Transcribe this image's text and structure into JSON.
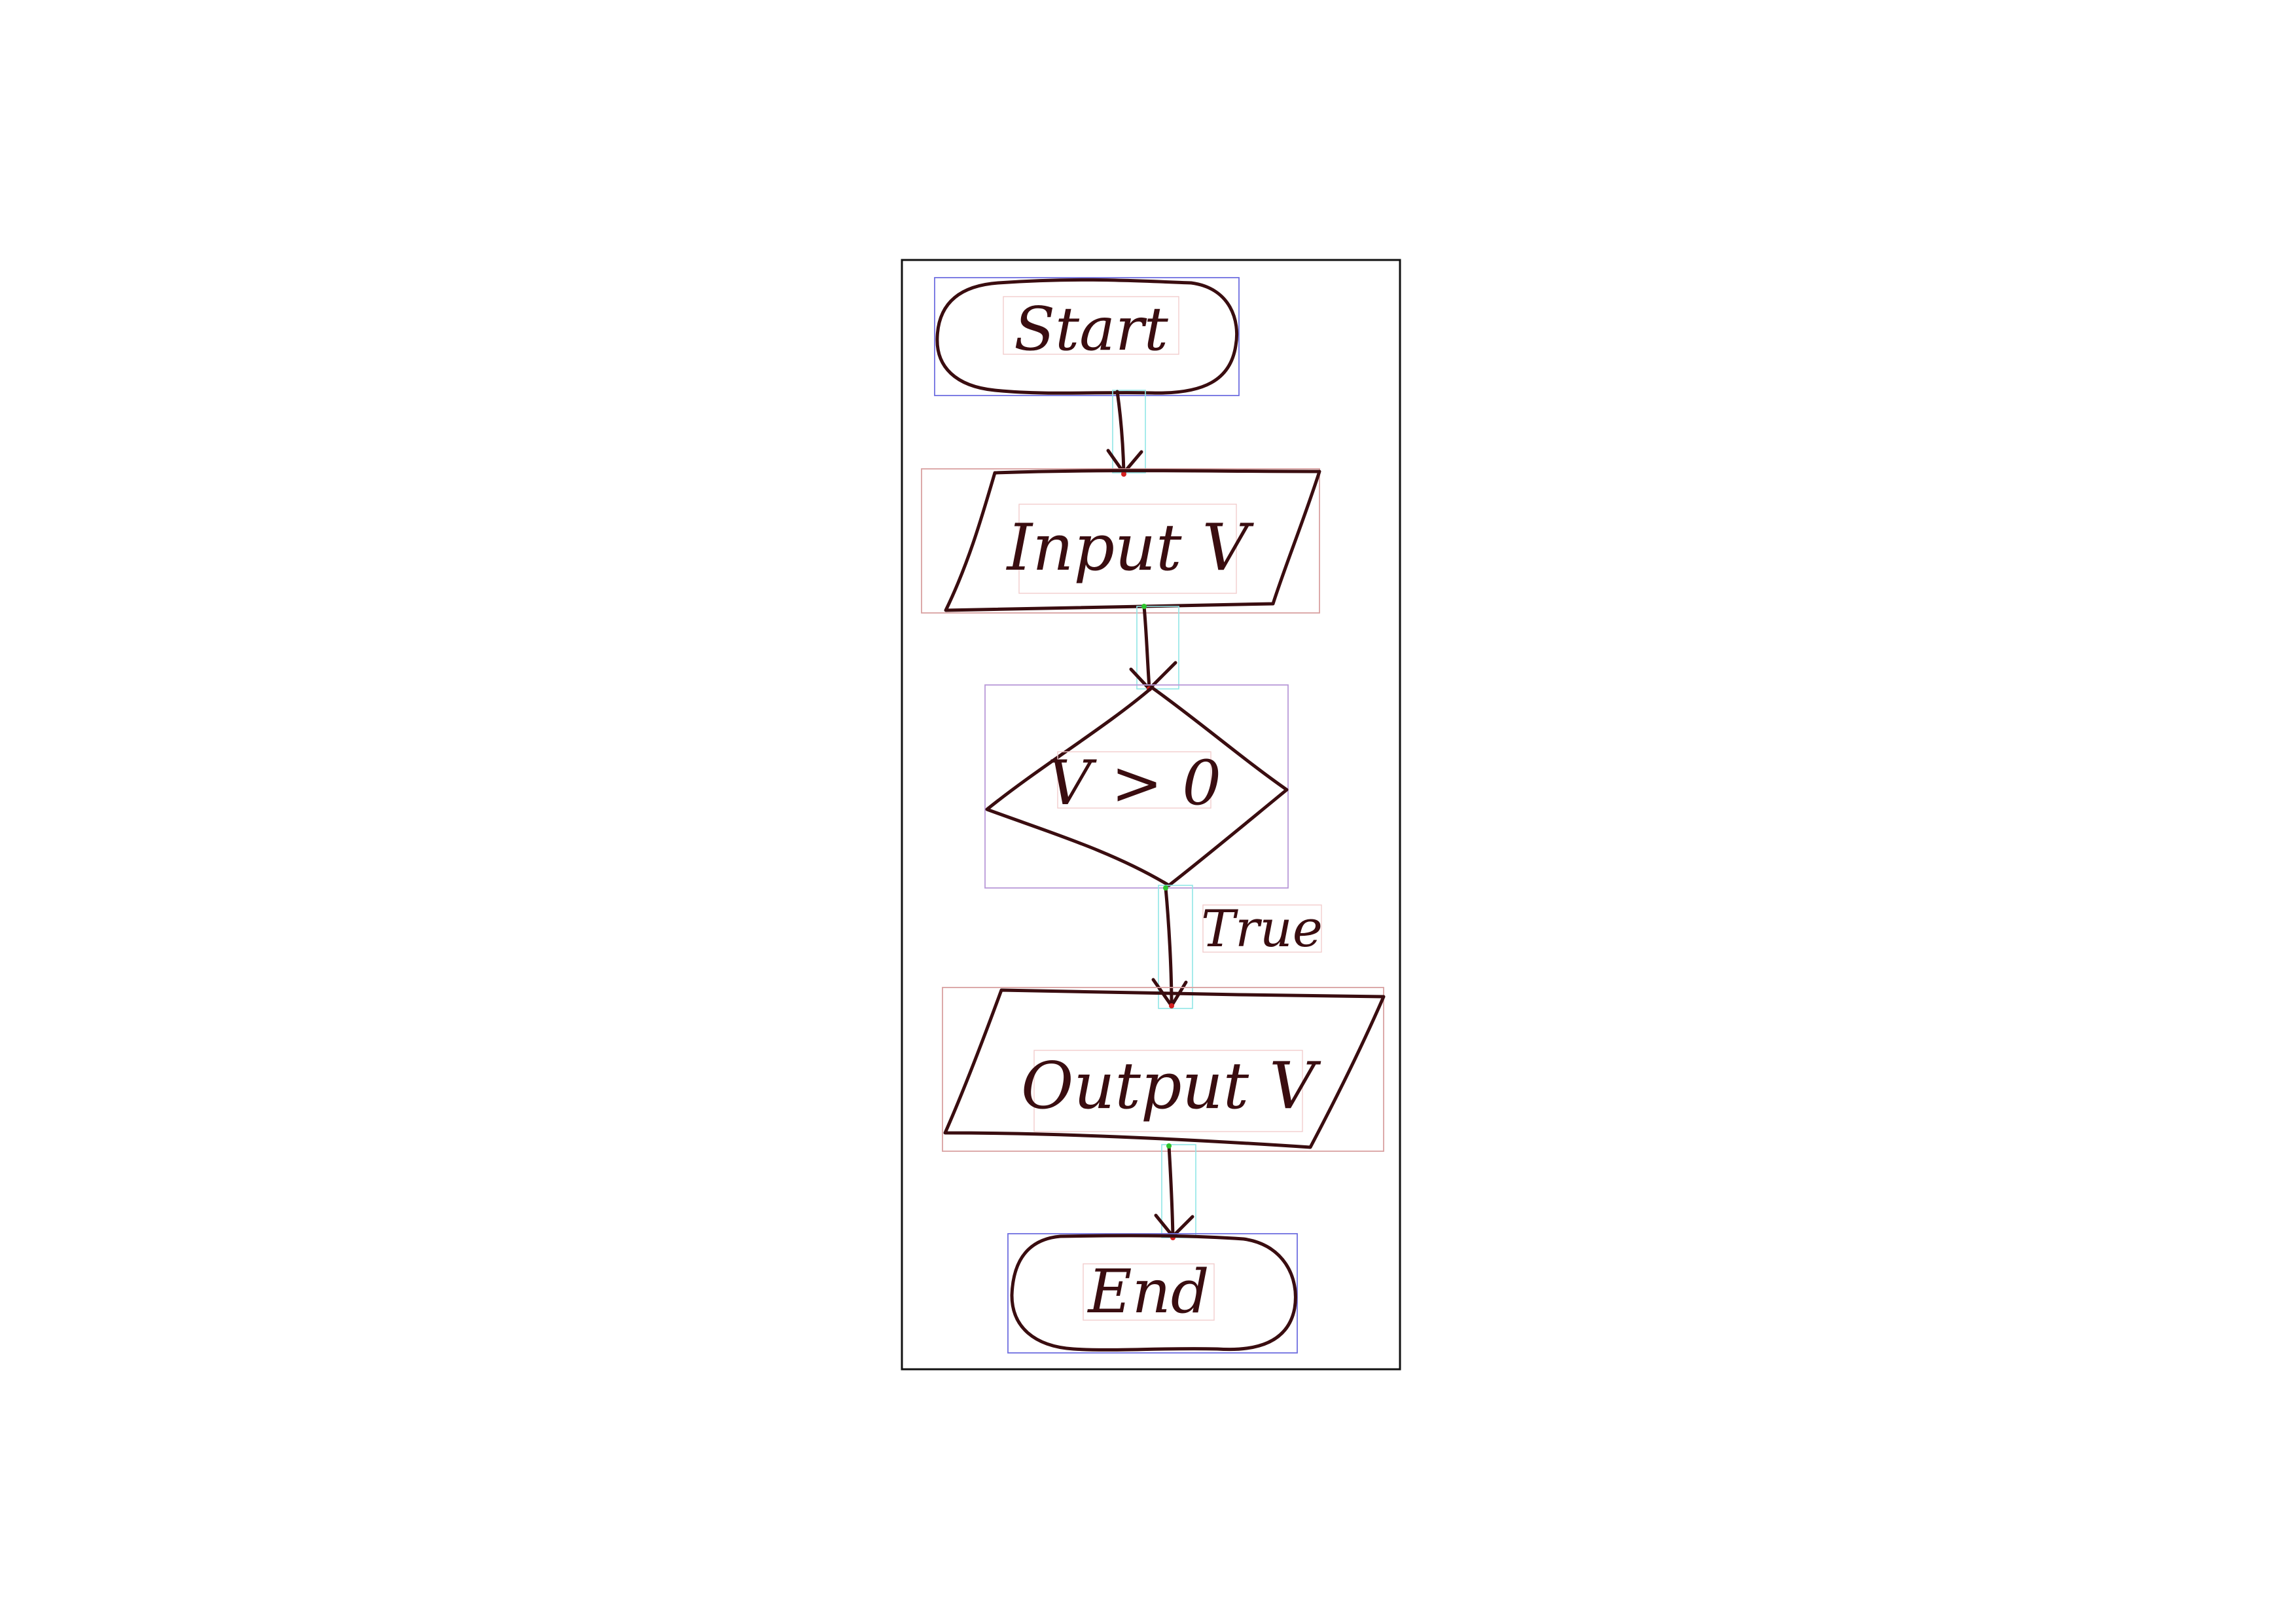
{
  "diagram": {
    "type": "flowchart",
    "style": "handwritten",
    "colors": {
      "ink": "#3a0d10",
      "frame": "#111111",
      "terminal_box": "#6f6fe0",
      "io_box": "#d9a0a0",
      "decision_box": "#b99ad8",
      "text_box": "#f2cccc",
      "arrow_box": "#8fe6e6",
      "arrow_head_marker": "#d42020",
      "arrow_tail_marker": "#2ec42e"
    },
    "nodes": [
      {
        "id": "start",
        "shape": "terminal",
        "label": "Start"
      },
      {
        "id": "input",
        "shape": "parallelogram",
        "label": "Input V"
      },
      {
        "id": "decision",
        "shape": "diamond",
        "label": "V > 0"
      },
      {
        "id": "output",
        "shape": "parallelogram",
        "label": "Output V"
      },
      {
        "id": "end",
        "shape": "terminal",
        "label": "End"
      }
    ],
    "edges": [
      {
        "from": "start",
        "to": "input",
        "label": ""
      },
      {
        "from": "input",
        "to": "decision",
        "label": ""
      },
      {
        "from": "decision",
        "to": "output",
        "label": "True"
      },
      {
        "from": "output",
        "to": "end",
        "label": ""
      }
    ]
  }
}
